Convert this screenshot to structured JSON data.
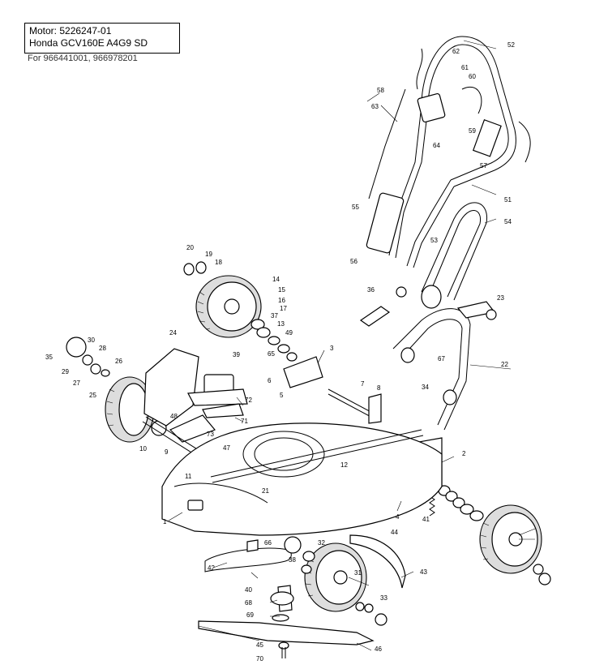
{
  "header": {
    "motor_line": "Motor: 5226247-01",
    "engine_line": "Honda GCV160E A4G9 SD",
    "models_line": "For 966441001, 966978201"
  },
  "callouts": [
    "1",
    "2",
    "3",
    "4",
    "5",
    "6",
    "7",
    "8",
    "9",
    "10",
    "11",
    "12",
    "13",
    "14",
    "15",
    "16",
    "17",
    "18",
    "19",
    "20",
    "21",
    "22",
    "23",
    "24",
    "25",
    "26",
    "27",
    "28",
    "29",
    "30",
    "31",
    "32",
    "33",
    "34",
    "35",
    "36",
    "37",
    "38",
    "39",
    "40",
    "41",
    "42",
    "43",
    "44",
    "45",
    "46",
    "47",
    "48",
    "49",
    "51",
    "52",
    "53",
    "54",
    "55",
    "56",
    "57",
    "58",
    "59",
    "60",
    "61",
    "62",
    "63",
    "64",
    "65",
    "66",
    "67",
    "68",
    "69",
    "70",
    "71",
    "72",
    "73"
  ]
}
